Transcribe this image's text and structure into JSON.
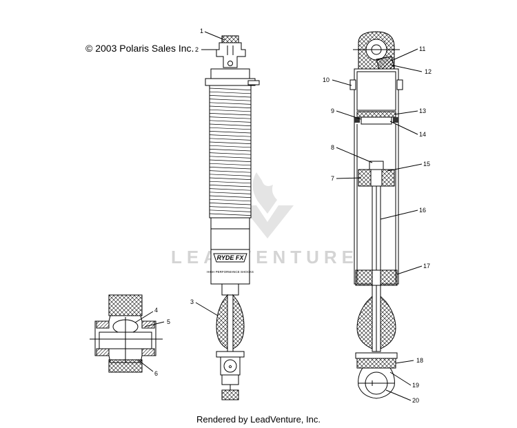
{
  "copyright": "© 2003 Polaris Sales Inc.",
  "footer": "Rendered by LeadVenture, Inc.",
  "watermark": "LEADVENTURE",
  "shock_logo": "RYDE FX",
  "shock_tagline": "HIGH PERFORMANCE SHOCKS",
  "callouts": [
    "1",
    "2",
    "3",
    "4",
    "5",
    "6",
    "7",
    "8",
    "9",
    "10",
    "11",
    "12",
    "13",
    "14",
    "15",
    "16",
    "17",
    "18",
    "19",
    "20"
  ]
}
